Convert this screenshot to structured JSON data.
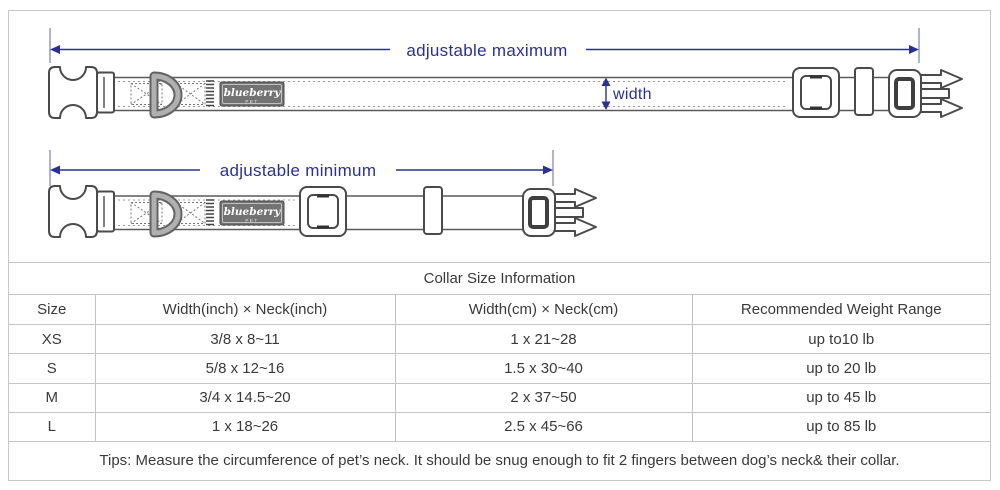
{
  "diagram": {
    "accent_color": "#2b3192",
    "line_color": "#4a4a4a",
    "max_arrow_label": "adjustable maximum",
    "min_arrow_label": "adjustable minimum",
    "width_arrow_label": "width",
    "brand_label": {
      "name": "blueberry",
      "sub": "PET"
    }
  },
  "size_table": {
    "title": "Collar Size Information",
    "columns": [
      "Size",
      "Width(inch) × Neck(inch)",
      "Width(cm) × Neck(cm)",
      "Recommended Weight Range"
    ],
    "rows": [
      {
        "size": "XS",
        "width_neck_inch": "3/8 x 8~11",
        "width_neck_cm": "1 x 21~28",
        "weight_range": "up to10 lb"
      },
      {
        "size": "S",
        "width_neck_inch": "5/8 x 12~16",
        "width_neck_cm": "1.5 x 30~40",
        "weight_range": "up to 20 lb"
      },
      {
        "size": "M",
        "width_neck_inch": "3/4 x 14.5~20",
        "width_neck_cm": "2 x 37~50",
        "weight_range": "up to 45 lb"
      },
      {
        "size": "L",
        "width_neck_inch": "1 x 18~26",
        "width_neck_cm": "2.5 x 45~66",
        "weight_range": "up to 85 lb"
      }
    ],
    "tips": "Tips: Measure the circumference of pet’s neck. It should be snug enough to fit 2 fingers between dog’s neck& their collar."
  }
}
